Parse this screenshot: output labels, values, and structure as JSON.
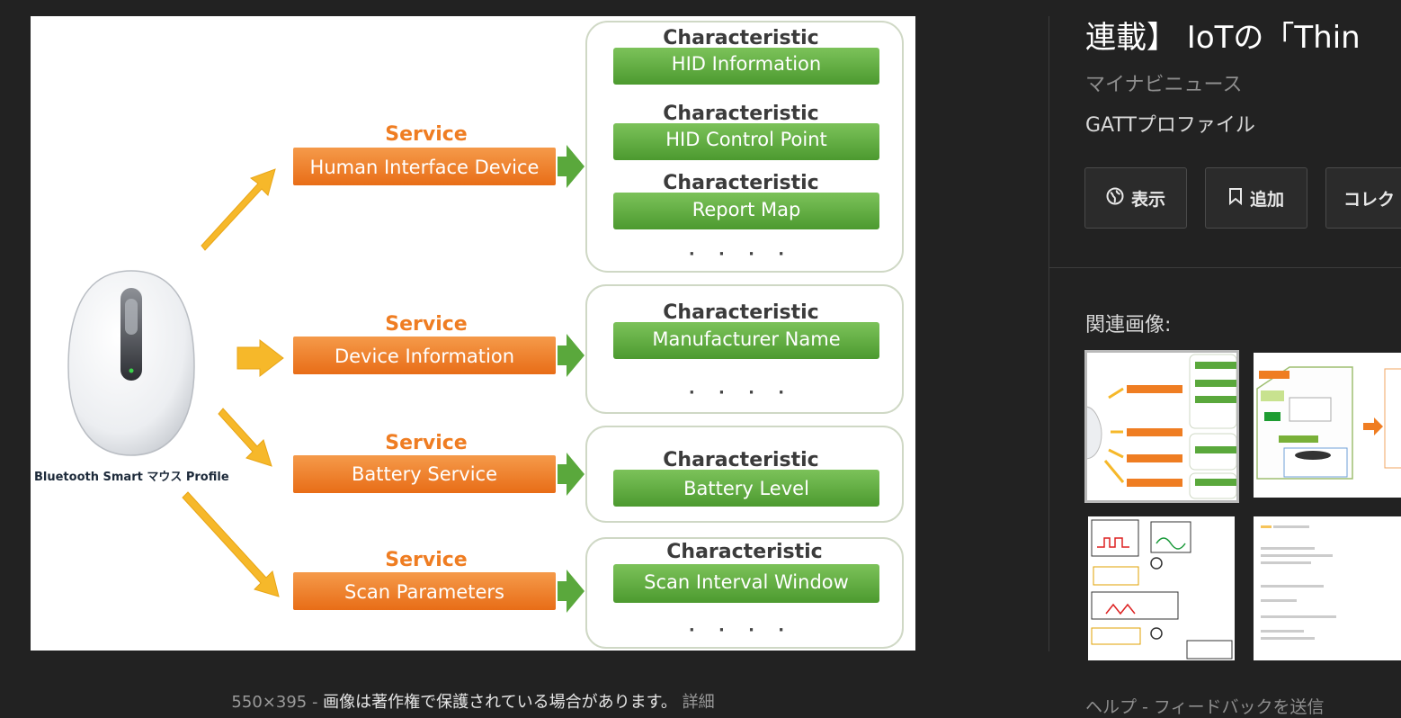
{
  "diagram": {
    "device_label": "Bluetooth Smart マウス Profile",
    "services": [
      {
        "label": "Service",
        "name": "Human Interface Device"
      },
      {
        "label": "Service",
        "name": "Device Information"
      },
      {
        "label": "Service",
        "name": "Battery Service"
      },
      {
        "label": "Service",
        "name": "Scan Parameters"
      }
    ],
    "characteristics": [
      {
        "label": "Characteristic",
        "name": "HID Information"
      },
      {
        "label": "Characteristic",
        "name": "HID Control Point"
      },
      {
        "label": "Characteristic",
        "name": "Report Map"
      },
      {
        "label": "Characteristic",
        "name": "Manufacturer Name"
      },
      {
        "label": "Characteristic",
        "name": "Battery Level"
      },
      {
        "label": "Characteristic",
        "name": "Scan Interval Window"
      }
    ],
    "ellipsis": "· · · ·"
  },
  "caption": {
    "dimensions": "550×395",
    "separator": " - ",
    "copyright_notice": "画像は著作権で保護されている場合があります。",
    "details_link": "詳細"
  },
  "panel": {
    "title": "連載】 IoTの「Thin",
    "source": "マイナビニュース",
    "subtitle": "GATTプロファイル",
    "buttons": {
      "view": "表示",
      "add": "追加",
      "collection": "コレク"
    },
    "related_label": "関連画像:",
    "footer": "ヘルプ - フィードバックを送信"
  },
  "colors": {
    "background": "#222222",
    "service_orange": "#ef7d22",
    "characteristic_green": "#5aa83c",
    "arrow_yellow": "#f6b82a"
  }
}
